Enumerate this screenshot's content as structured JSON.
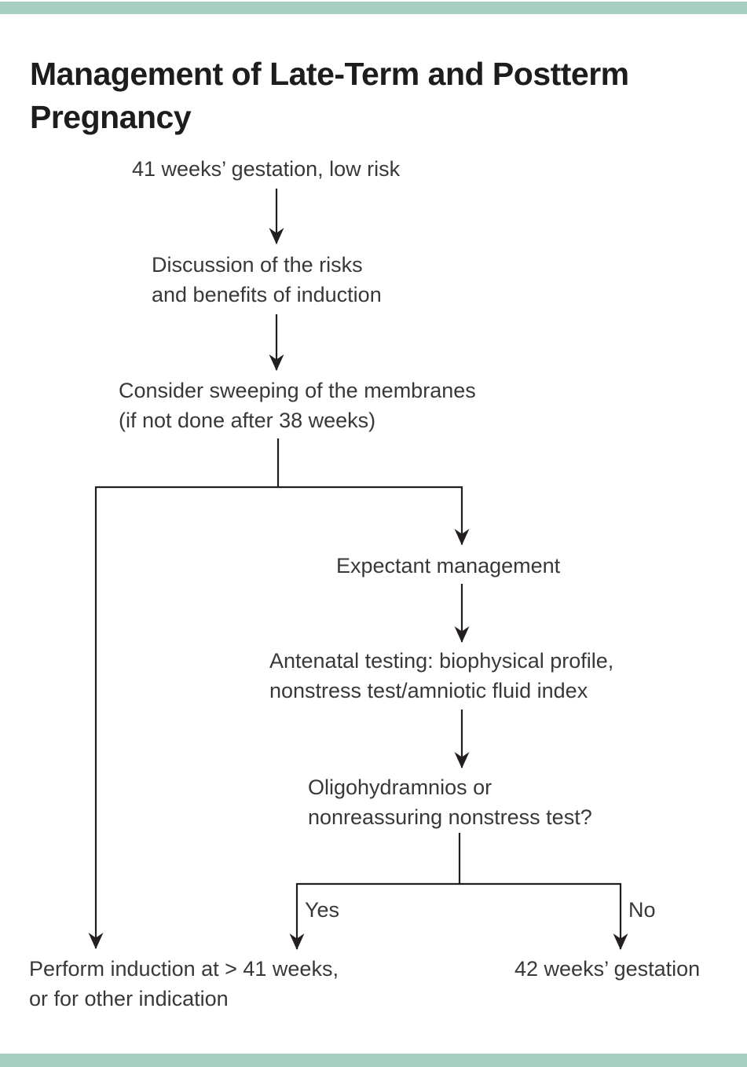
{
  "title": {
    "line1": "Management of Late-Term and Postterm",
    "line2": "Pregnancy"
  },
  "theme": {
    "accent_bar_color": "#a8cdc1",
    "flow_text_color": "#39373a",
    "line_color": "#231f20",
    "title_color": "#1e1c1d"
  },
  "flowchart": {
    "start": {
      "line1": "41 weeks’ gestation, low risk"
    },
    "discussion": {
      "line1": "Discussion of the risks",
      "line2": "and benefits of induction"
    },
    "sweeping": {
      "line1": "Consider sweeping of the membranes",
      "line2": "(if not done after 38 weeks)"
    },
    "expectant": {
      "line1": "Expectant management"
    },
    "antenatal": {
      "line1": "Antenatal testing: biophysical profile,",
      "line2": "nonstress test/amniotic fluid index"
    },
    "oligohydramnios": {
      "line1": "Oligohydramnios or",
      "line2": "nonreassuring nonstress test?"
    },
    "induction": {
      "line1": "Perform induction at > 41 weeks,",
      "line2": "or for other indication"
    },
    "gestation42": {
      "line1": "42 weeks’ gestation"
    },
    "branch_yes": "Yes",
    "branch_no": "No",
    "edges": [
      {
        "from": "start",
        "to": "discussion"
      },
      {
        "from": "discussion",
        "to": "sweeping"
      },
      {
        "from": "sweeping",
        "to": "induction"
      },
      {
        "from": "sweeping",
        "to": "expectant"
      },
      {
        "from": "expectant",
        "to": "antenatal"
      },
      {
        "from": "antenatal",
        "to": "oligohydramnios"
      },
      {
        "from": "oligohydramnios",
        "to": "induction",
        "label": "Yes"
      },
      {
        "from": "oligohydramnios",
        "to": "gestation42",
        "label": "No"
      }
    ]
  }
}
